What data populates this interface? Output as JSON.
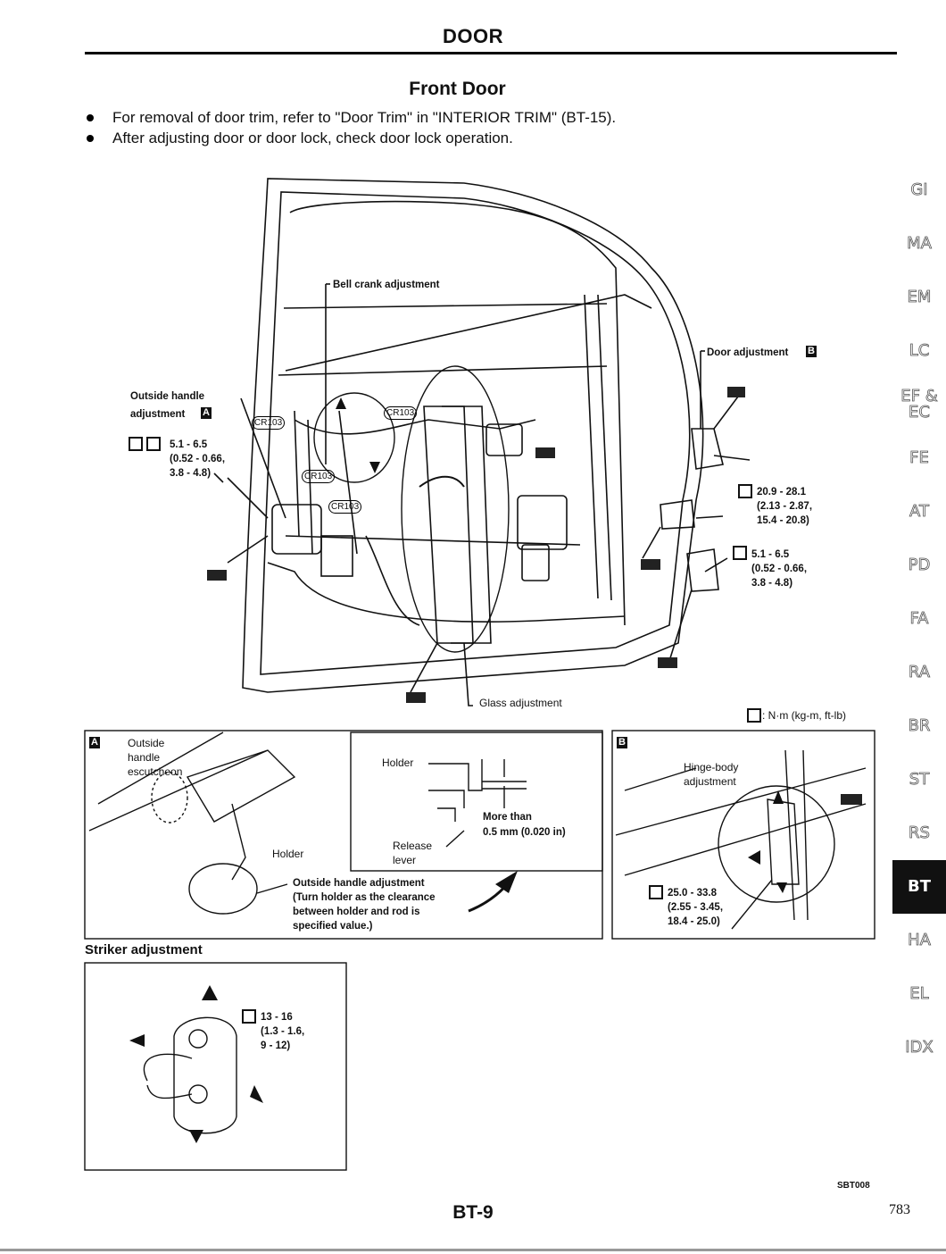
{
  "header": {
    "title": "DOOR"
  },
  "section": {
    "title": "Front Door"
  },
  "bullets": [
    "For removal of door trim, refer to \"Door Trim\" in \"INTERIOR TRIM\" (BT-15).",
    "After adjusting door or door lock, check door lock operation."
  ],
  "side_tabs": [
    "GI",
    "MA",
    "EM",
    "LC",
    "EF &\nEC",
    "FE",
    "AT",
    "PD",
    "FA",
    "RA",
    "BR",
    "ST",
    "RS",
    "BT",
    "HA",
    "EL",
    "IDX"
  ],
  "active_tab": "BT",
  "main_diagram": {
    "bell_crank": "Bell crank adjustment",
    "door_adjustment": "Door adjustment",
    "door_adjustment_ref": "B",
    "outside_handle": "Outside handle",
    "outside_handle_adj": "adjustment",
    "outside_handle_ref": "A",
    "torque_handle": "5.1 - 6.5",
    "torque_handle_2": "(0.52 - 0.66,",
    "torque_handle_3": "3.8 - 4.8)",
    "torque_upper_hinge": "20.9 - 28.1",
    "torque_upper_hinge_2": "(2.13 - 2.87,",
    "torque_upper_hinge_3": "15.4 - 20.8)",
    "torque_lower": "5.1 - 6.5",
    "torque_lower_2": "(0.52 - 0.66,",
    "torque_lower_3": "3.8 - 4.8)",
    "cr_label": "CR103",
    "glass_adjustment": "Glass adjustment",
    "unit_legend": ": N·m (kg-m, ft-lb)"
  },
  "panel_a": {
    "ref": "A",
    "escutcheon_1": "Outside",
    "escutcheon_2": "handle",
    "escutcheon_3": "escutcheon",
    "holder": "Holder",
    "holder_detail": "Holder",
    "release_lever_1": "Release",
    "release_lever_2": "lever",
    "clearance_1": "More than",
    "clearance_2": "0.5 mm (0.020 in)",
    "note_1": "Outside handle adjustment",
    "note_2": "(Turn holder as the clearance",
    "note_3": "between holder and rod is",
    "note_4": "specified value.)"
  },
  "panel_b": {
    "ref": "B",
    "hinge_1": "Hinge-body",
    "hinge_2": "adjustment",
    "torque_1": "25.0 - 33.8",
    "torque_2": "(2.55 - 3.45,",
    "torque_3": "18.4 - 25.0)"
  },
  "striker": {
    "title": "Striker adjustment",
    "torque_1": "13 - 16",
    "torque_2": "(1.3 - 1.6,",
    "torque_3": "9 - 12)"
  },
  "footer": {
    "figure_code": "SBT008",
    "page": "BT-9",
    "absolute_page": "783"
  }
}
